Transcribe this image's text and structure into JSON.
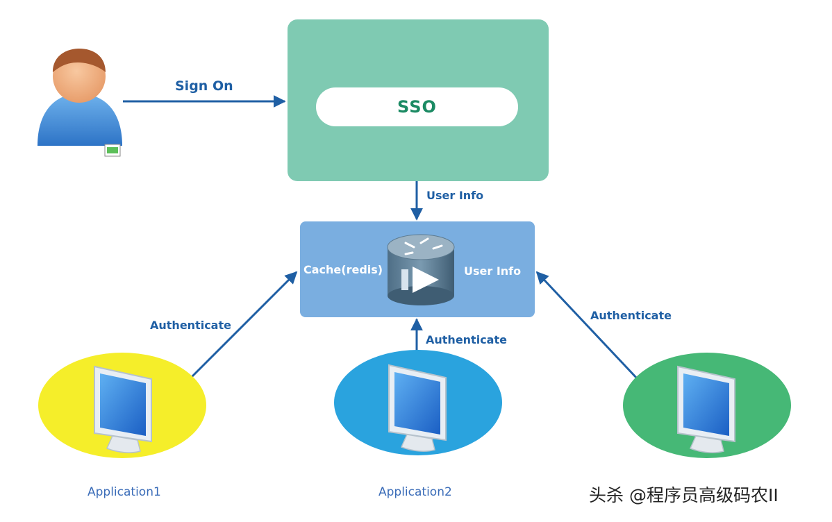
{
  "diagram": {
    "sso_label": "SSO",
    "arrows": {
      "sign_on": "Sign On",
      "user_info_down": "User Info",
      "auth_left": "Authenticate",
      "auth_middle": "Authenticate",
      "auth_right": "Authenticate"
    },
    "cache": {
      "left_label": "Cache(redis)",
      "right_label": "User Info",
      "icon": "router-cylinder-icon"
    },
    "user": {
      "icon": "user-avatar-icon"
    },
    "applications": [
      {
        "label": "Application1",
        "color": "#f5ee2a",
        "icon": "monitor-icon"
      },
      {
        "label": "Application2",
        "color": "#2aa3de",
        "icon": "monitor-icon"
      },
      {
        "label": "",
        "color": "#46b876",
        "icon": "monitor-icon"
      }
    ],
    "colors": {
      "arrow": "#1f5fa4",
      "sso_box": "#7fcab2",
      "cache_box": "#7aaee0"
    }
  },
  "watermark": "头杀 @程序员高级码农II"
}
